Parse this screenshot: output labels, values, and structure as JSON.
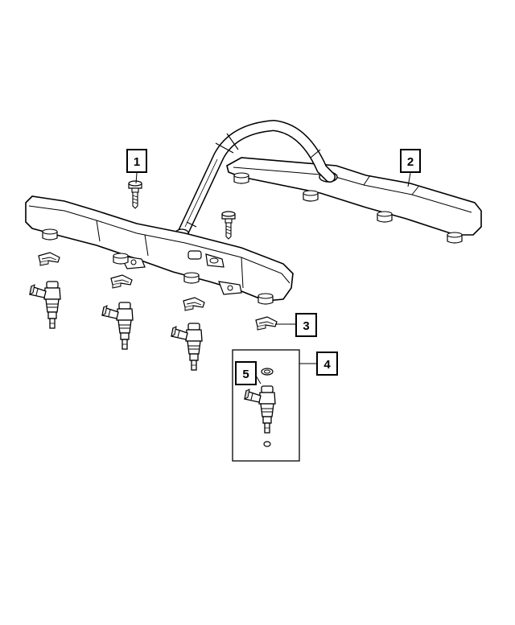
{
  "diagram": {
    "callouts": [
      {
        "id": "1",
        "label": "1"
      },
      {
        "id": "2",
        "label": "2"
      },
      {
        "id": "3",
        "label": "3"
      },
      {
        "id": "4",
        "label": "4"
      },
      {
        "id": "5",
        "label": "5"
      }
    ],
    "colors": {
      "line": "#000000",
      "fill": "#ffffff",
      "shade": "#e8e8e8"
    }
  }
}
